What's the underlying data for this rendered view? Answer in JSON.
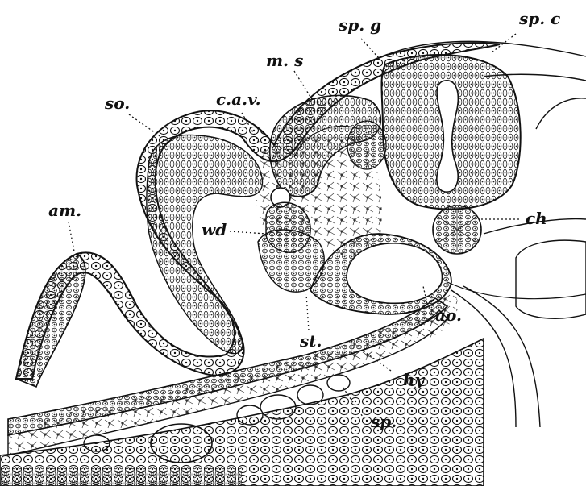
{
  "figure": {
    "background": "#ffffff",
    "ink": "#111111",
    "labels": {
      "sp_g": "sp. g",
      "sp_c": "sp. c",
      "m_s": "m. s",
      "so": "so.",
      "c_a_v": "c.a.v.",
      "am": "am.",
      "wd": "wd",
      "ch": "ch",
      "st": "st.",
      "ao": "ao.",
      "hy": "hy",
      "sp": "sp."
    }
  }
}
